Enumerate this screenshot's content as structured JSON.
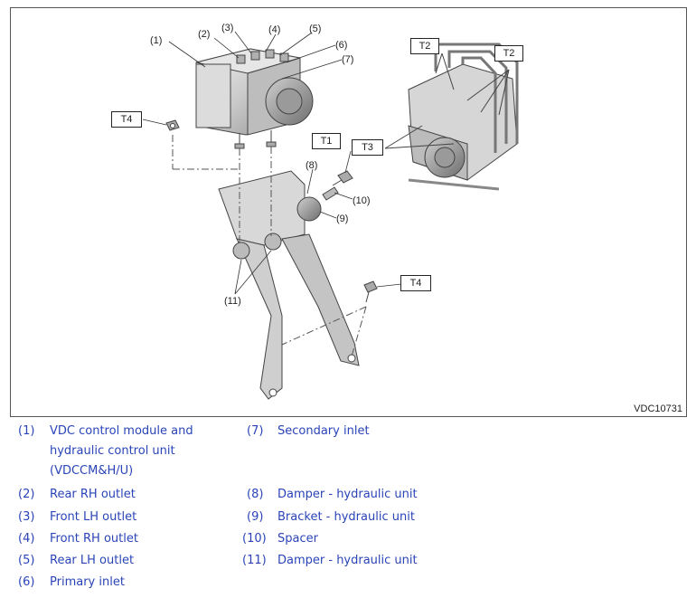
{
  "figure": {
    "figure_id": "VDC10731",
    "callouts": {
      "c1": "(1)",
      "c2": "(2)",
      "c3": "(3)",
      "c4": "(4)",
      "c5": "(5)",
      "c6": "(6)",
      "c7": "(7)",
      "c8": "(8)",
      "c9": "(9)",
      "c10": "(10)",
      "c11": "(11)"
    },
    "torque_labels": {
      "t4_left": "T4",
      "t1": "T1",
      "t4_right": "T4",
      "t2_left": "T2",
      "t2_right": "T2",
      "t3": "T3"
    }
  },
  "legend": {
    "left": [
      {
        "num": "(1)",
        "lines": [
          "VDC control module and",
          "hydraulic control unit",
          "(VDCCM&H/U)"
        ]
      },
      {
        "num": "(2)",
        "lines": [
          "Rear RH outlet"
        ]
      },
      {
        "num": "(3)",
        "lines": [
          "Front LH outlet"
        ]
      },
      {
        "num": "(4)",
        "lines": [
          "Front RH outlet"
        ]
      },
      {
        "num": "(5)",
        "lines": [
          "Rear LH outlet"
        ]
      },
      {
        "num": "(6)",
        "lines": [
          "Primary inlet"
        ]
      }
    ],
    "right": [
      {
        "num": "(7)",
        "lines": [
          "Secondary inlet"
        ]
      },
      {
        "num": "(8)",
        "lines": [
          "Damper - hydraulic unit"
        ]
      },
      {
        "num": "(9)",
        "lines": [
          "Bracket - hydraulic unit"
        ]
      },
      {
        "num": "(10)",
        "lines": [
          "Spacer"
        ]
      },
      {
        "num": "(11)",
        "lines": [
          "Damper - hydraulic unit"
        ]
      }
    ],
    "color": "#2a44b8"
  }
}
